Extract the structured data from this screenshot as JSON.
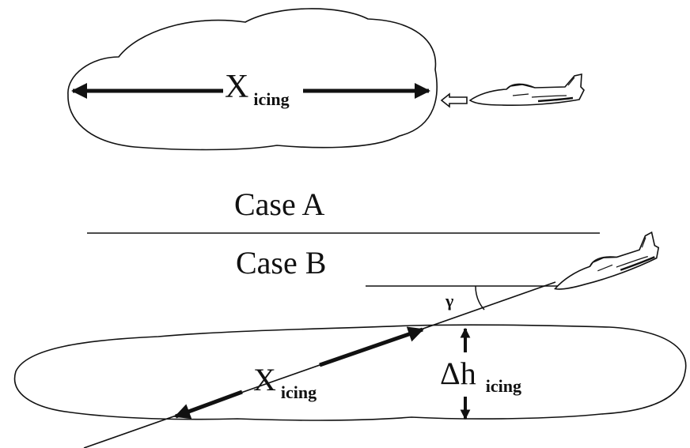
{
  "case_a": {
    "title": "Case A",
    "x_label_main": "X",
    "x_label_sub": "icing"
  },
  "case_b": {
    "title": "Case B",
    "x_label_main": "X",
    "x_label_sub": "icing",
    "angle_label": "γ",
    "dh_label_main": "Δh",
    "dh_label_sub": "icing"
  },
  "colors": {
    "ink": "#111111",
    "background": "#ffffff"
  }
}
